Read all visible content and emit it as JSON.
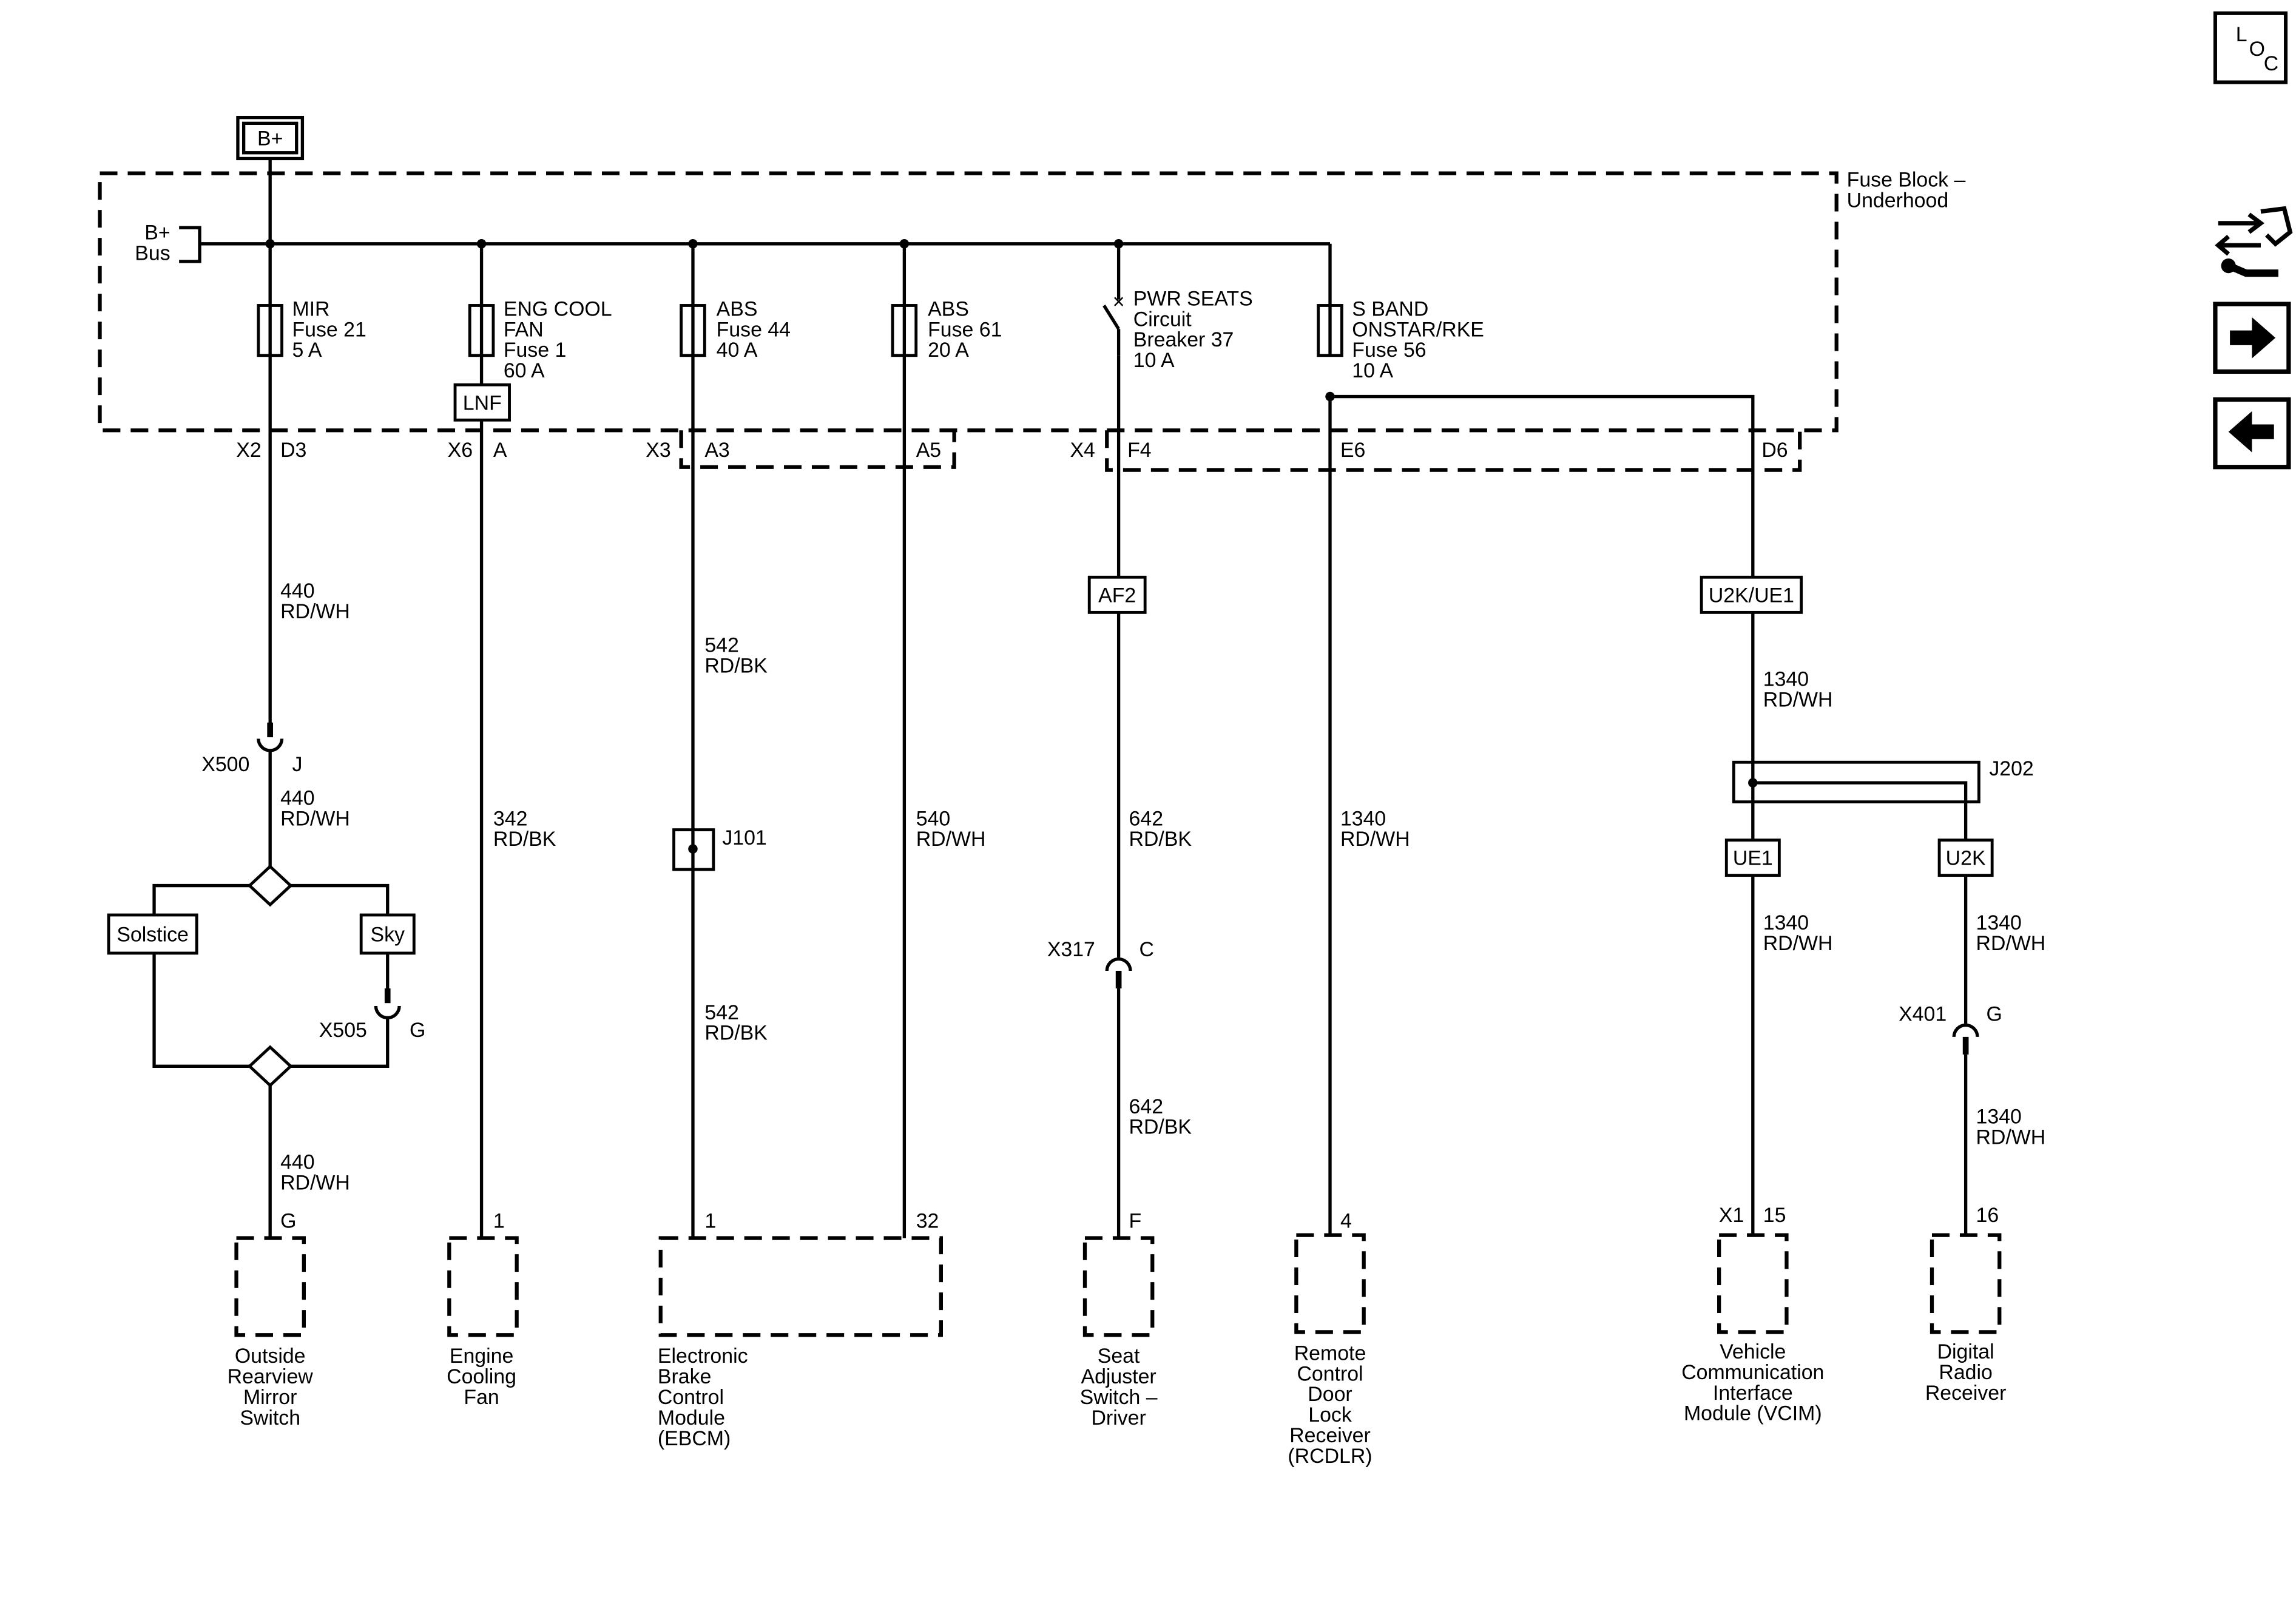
{
  "power_source": "B+",
  "fuse_block": {
    "title_line1": "Fuse Block –",
    "title_line2": "Underhood",
    "bus_line1": "B+",
    "bus_line2": "Bus"
  },
  "fuses": [
    {
      "l1": "MIR",
      "l2": "Fuse 21",
      "l3": "5 A",
      "l4": ""
    },
    {
      "l1": "ENG COOL",
      "l2": "FAN",
      "l3": "Fuse 1",
      "l4": "60 A"
    },
    {
      "l1": "ABS",
      "l2": "Fuse 44",
      "l3": "40 A",
      "l4": ""
    },
    {
      "l1": "ABS",
      "l2": "Fuse 61",
      "l3": "20 A",
      "l4": ""
    },
    {
      "l1": "PWR SEATS",
      "l2": "Circuit",
      "l3": "Breaker 37",
      "l4": "10 A"
    },
    {
      "l1": "S BAND",
      "l2": "ONSTAR/RKE",
      "l3": "Fuse 56",
      "l4": "10 A"
    }
  ],
  "option_codes": {
    "lnf": "LNF",
    "af2": "AF2",
    "u2k_ue1": "U2K/UE1",
    "ue1": "UE1",
    "u2k": "U2K",
    "solstice": "Solstice",
    "sky": "Sky"
  },
  "fuse_connectors": [
    {
      "conn": "X2",
      "pin": "D3"
    },
    {
      "conn": "X6",
      "pin": "A"
    },
    {
      "conn": "X3",
      "pin": "A3"
    },
    {
      "conn": "",
      "pin": "A5"
    },
    {
      "conn": "X4",
      "pin": "F4"
    },
    {
      "conn": "",
      "pin": "E6"
    },
    {
      "conn": "",
      "pin": "D6"
    }
  ],
  "wires": {
    "mir_1": {
      "num": "440",
      "color": "RD/WH"
    },
    "mir_2": {
      "num": "440",
      "color": "RD/WH"
    },
    "mir_3": {
      "num": "440",
      "color": "RD/WH"
    },
    "fan": {
      "num": "342",
      "color": "RD/BK"
    },
    "abs44_1": {
      "num": "542",
      "color": "RD/BK"
    },
    "abs44_2": {
      "num": "542",
      "color": "RD/BK"
    },
    "abs61": {
      "num": "540",
      "color": "RD/WH"
    },
    "seat_1": {
      "num": "642",
      "color": "RD/BK"
    },
    "seat_2": {
      "num": "642",
      "color": "RD/BK"
    },
    "rcdlr": {
      "num": "1340",
      "color": "RD/WH"
    },
    "sb_1": {
      "num": "1340",
      "color": "RD/WH"
    },
    "sb_vcim": {
      "num": "1340",
      "color": "RD/WH"
    },
    "sb_radio_1": {
      "num": "1340",
      "color": "RD/WH"
    },
    "sb_radio_2": {
      "num": "1340",
      "color": "RD/WH"
    }
  },
  "inline_connectors": {
    "x500": {
      "name": "X500",
      "pin": "J"
    },
    "x505": {
      "name": "X505",
      "pin": "G"
    },
    "x317": {
      "name": "X317",
      "pin": "C"
    },
    "x401": {
      "name": "X401",
      "pin": "G"
    }
  },
  "splices": {
    "j101": "J101",
    "j202": "J202"
  },
  "module_pins": {
    "mirror": "G",
    "fan": "1",
    "ebcm_1": "1",
    "ebcm_32": "32",
    "seat": "F",
    "rcdlr": "4",
    "vcim_conn": "X1",
    "vcim_pin": "15",
    "radio": "16"
  },
  "modules": {
    "mirror": [
      "Outside",
      "Rearview",
      "Mirror",
      "Switch"
    ],
    "fan": [
      "Engine",
      "Cooling",
      "Fan"
    ],
    "ebcm": [
      "Electronic",
      "Brake",
      "Control",
      "Module",
      "(EBCM)"
    ],
    "seat": [
      "Seat",
      "Adjuster",
      "Switch –",
      "Driver"
    ],
    "rcdlr": [
      "Remote",
      "Control",
      "Door",
      "Lock",
      "Receiver",
      "(RCDLR)"
    ],
    "vcim": [
      "Vehicle",
      "Communication",
      "Interface",
      "Module (VCIM)"
    ],
    "radio": [
      "Digital",
      "Radio",
      "Receiver"
    ]
  },
  "nav": {
    "loc_l": "L",
    "loc_o": "O",
    "loc_c": "C"
  },
  "icons": [
    "loc-icon",
    "connector-wrench-icon",
    "arrow-right-icon",
    "arrow-left-icon"
  ]
}
